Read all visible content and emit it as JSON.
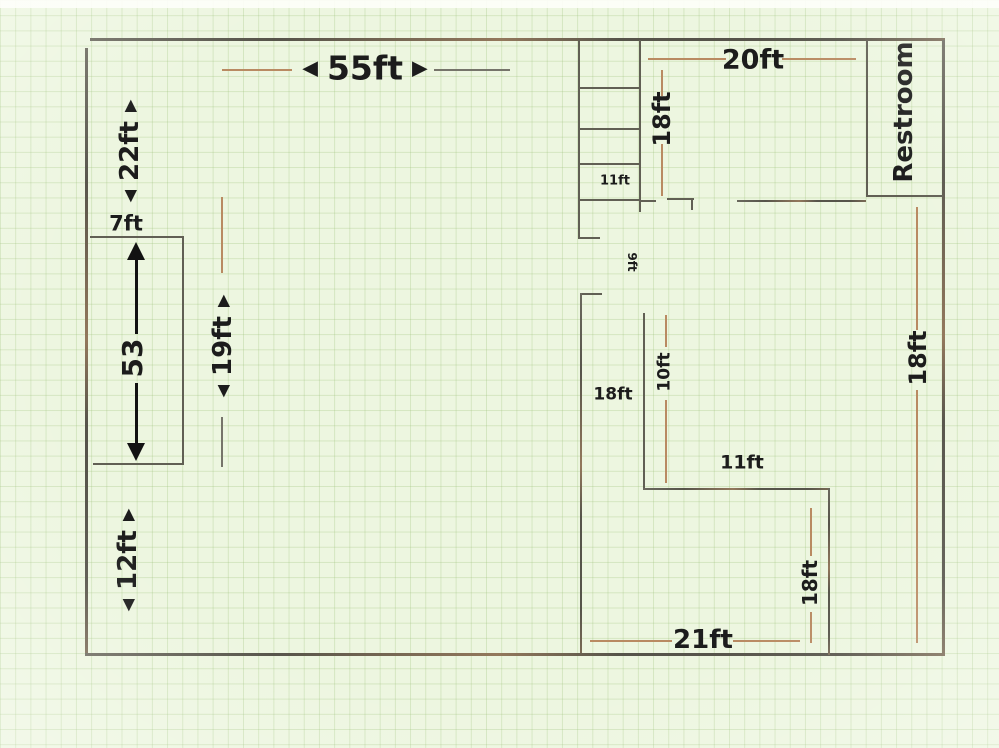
{
  "icons": {
    "arrow_left": "◀",
    "arrow_right": "▶"
  },
  "plan": {
    "overall_width": "55ft",
    "upper_left_height": "22ft",
    "lower_left_height": "12ft",
    "right_height": "18ft",
    "closet": {
      "width": "7ft",
      "length": "53",
      "aisle_width": "19ft"
    },
    "stairs": {
      "width": "11ft",
      "depth": "18ft"
    },
    "top_room": {
      "width": "20ft"
    },
    "restroom": {
      "name": "Restroom"
    },
    "opening_width": "9ft",
    "inner_room": {
      "west_wall": "18ft",
      "offset": "10ft",
      "north_width": "11ft",
      "east_wall": "18ft",
      "south_width": "21ft"
    }
  }
}
